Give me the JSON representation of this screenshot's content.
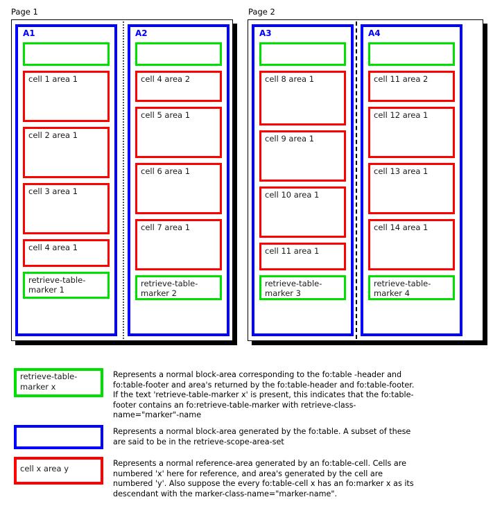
{
  "pages": [
    {
      "label": "Page 1",
      "regions": [
        {
          "name": "A1",
          "header_marker": "",
          "cells": [
            "cell 1 area 1",
            "cell 2 area 1",
            "cell 3 area 1",
            "cell 4 area 1"
          ],
          "footer_marker": "retrieve-table-\nmarker 1"
        },
        {
          "name": "A2",
          "header_marker": "",
          "cells": [
            "cell 4 area 2",
            "cell 5 area 1",
            "cell 6 area 1",
            "cell 7 area 1"
          ],
          "footer_marker": "retrieve-table-\nmarker 2"
        }
      ]
    },
    {
      "label": "Page 2",
      "regions": [
        {
          "name": "A3",
          "header_marker": "",
          "cells": [
            "cell 8 area 1",
            "cell 9 area 1",
            "cell 10 area 1",
            "cell 11 area 1"
          ],
          "footer_marker": "retrieve-table-\nmarker 3"
        },
        {
          "name": "A4",
          "header_marker": "",
          "cells": [
            "cell 11 area 2",
            "cell 12 area 1",
            "cell 13 area 1",
            "cell 14 area 1"
          ],
          "footer_marker": "retrieve-table-\nmarker 4"
        }
      ]
    }
  ],
  "legend": [
    {
      "swatch_color": "#00e000",
      "swatch_text": "retrieve-table-\nmarker x",
      "description": "Represents a normal block-area corresponding to the fo:table -header and\nfo:table-footer and area's returned by the fo:table-header and fo:table-footer.\nIf the text 'retrieve-table-marker x' is present, this indicates that the fo:table-\nfooter contains an fo:retrieve-table-marker with retrieve-class-\nname=\"marker\"-name"
    },
    {
      "swatch_color": "#0000ff",
      "swatch_text": "",
      "description": "Represents a normal block-area generated by the fo:table. A subset of these\nare said to be in the retrieve-scope-area-set"
    },
    {
      "swatch_color": "#ff0000",
      "swatch_text": "cell x area y",
      "description": "Represents a normal reference-area generated by an fo:table-cell. Cells are\nnumbered 'x' here for reference, and area's generated by the cell are\nnumbered 'y'. Also suppose the every fo:table-cell x has an fo:marker x as its\ndescendant with the marker-class-name=\"marker-name\"."
    }
  ],
  "colors": {
    "region_border": "#0000ff",
    "marker_border": "#00e000",
    "cell_border": "#ff0000",
    "page_border": "#000000",
    "shadow": "#000000"
  }
}
